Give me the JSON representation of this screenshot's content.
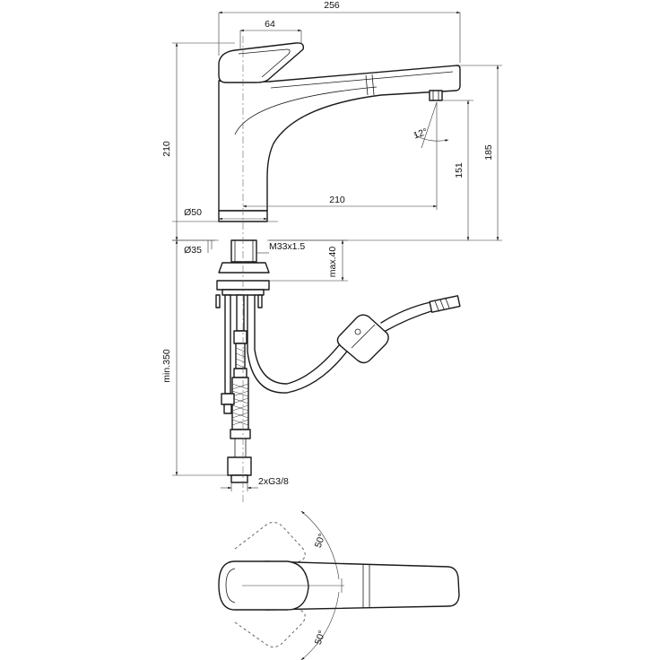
{
  "drawing": {
    "dimensions": {
      "overall_width": "256",
      "lever_width": "64",
      "overall_height": "210",
      "spout_height": "185",
      "outlet_height": "151",
      "spout_reach": "210",
      "body_diameter": "Ø50",
      "hole_diameter": "Ø35",
      "thread": "M33x1.5",
      "max_deck": "max.40",
      "min_hose": "min.350",
      "connections": "2xG3/8",
      "spray_angle": "12°",
      "swivel_angle_top": "50°",
      "swivel_angle_bottom": "50°"
    }
  }
}
